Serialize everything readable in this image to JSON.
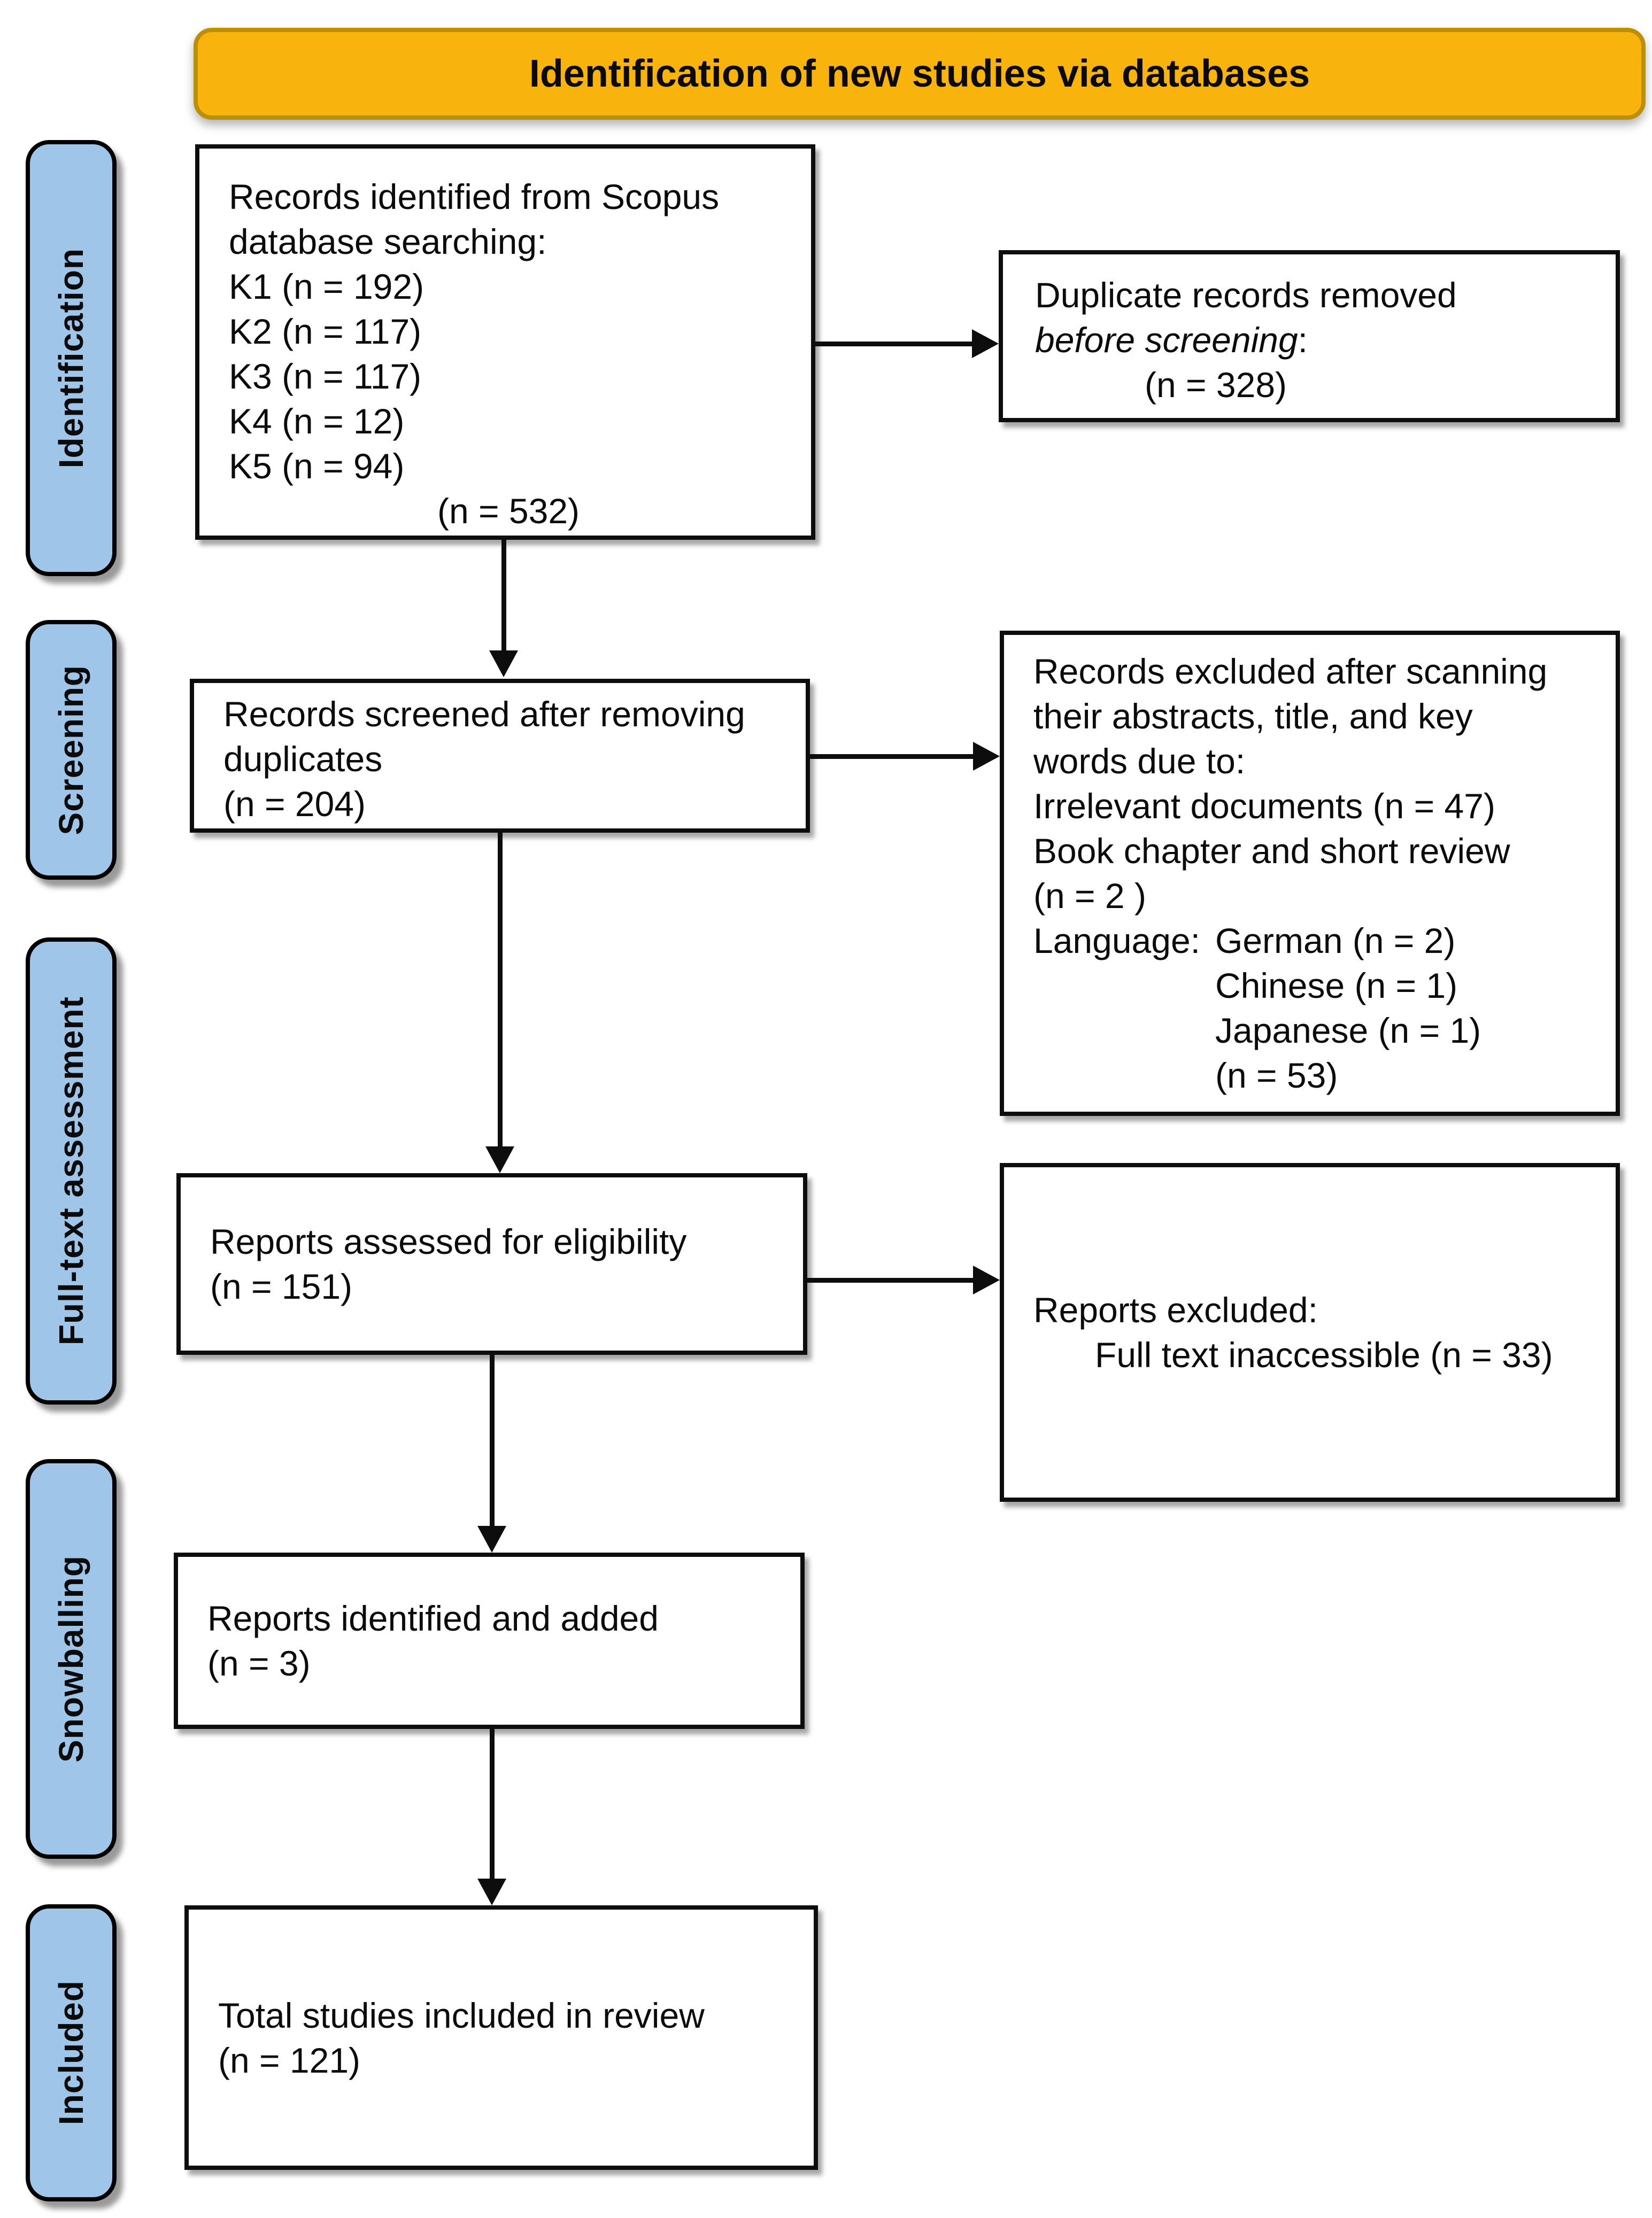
{
  "colors": {
    "banner_fill": "#F9B30D",
    "banner_border": "#BD8F06",
    "stage_fill": "#9FC5E8",
    "stage_border": "#000000"
  },
  "banner": {
    "title": "Identification of new studies via databases"
  },
  "stages": {
    "identification": "Identification",
    "screening": "Screening",
    "fulltext": "Full-text assessment",
    "snowballing": "Snowballing",
    "included": "Included"
  },
  "boxes": {
    "records_identified": {
      "lines": [
        "Records identified from Scopus",
        "database searching:",
        "K1 (n = 192)",
        "K2 (n = 117)",
        "K3 (n = 117)",
        "K4 (n = 12)",
        "K5 (n = 94)"
      ],
      "total": "(n = 532)"
    },
    "duplicates_removed": {
      "line1": "Duplicate records removed",
      "line2_italic": "before screening",
      "line2_colon": ":",
      "total": "(n = 328)"
    },
    "records_screened": {
      "lines": [
        "Records screened after removing",
        "duplicates",
        "(n = 204)"
      ]
    },
    "records_excluded": {
      "lines": [
        "Records excluded after scanning",
        "their abstracts, title, and key",
        "words due to:",
        "Irrelevant documents (n = 47)",
        "Book chapter and short review",
        "(n = 2 )"
      ],
      "language_label": "Language:",
      "language_items": [
        "German (n = 2)",
        "Chinese (n = 1)",
        "Japanese (n = 1)",
        "(n = 53)"
      ]
    },
    "reports_assessed": {
      "lines": [
        "Reports assessed for eligibility",
        "(n = 151)"
      ]
    },
    "reports_excluded": {
      "line1": "Reports excluded:",
      "line2": "Full text inaccessible (n = 33)"
    },
    "reports_added": {
      "lines": [
        "Reports identified and added",
        "(n = 3)"
      ]
    },
    "total_included": {
      "lines": [
        "Total studies included in review",
        "(n = 121)"
      ]
    }
  }
}
